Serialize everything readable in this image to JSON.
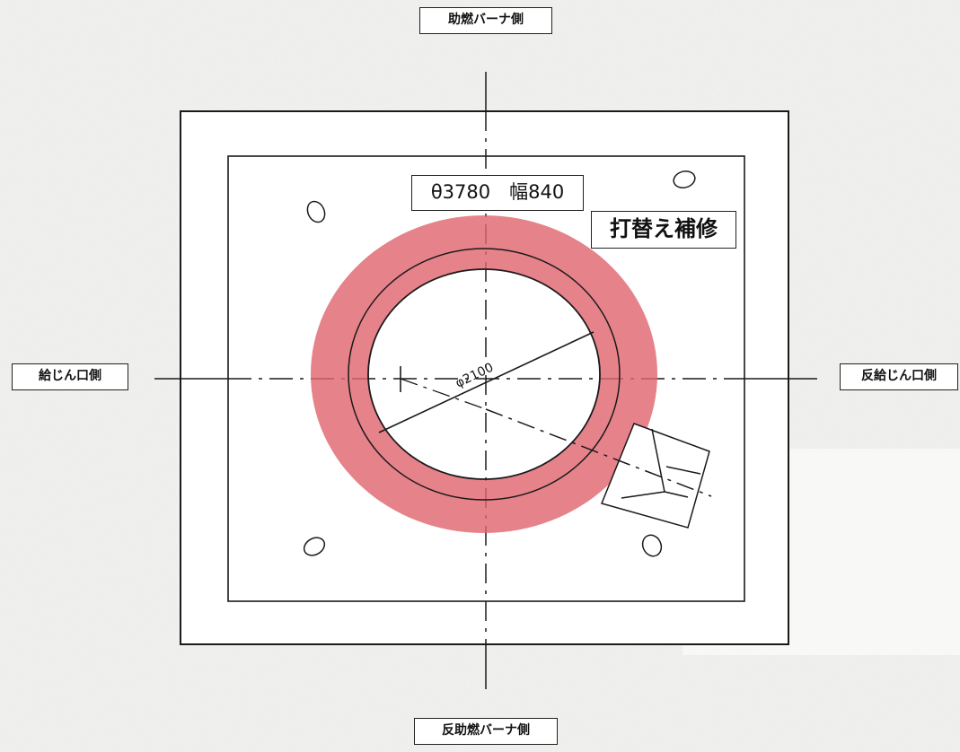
{
  "labels": {
    "top": "助燃バーナ側",
    "bottom": "反助燃バーナ側",
    "left": "給じん口側",
    "right": "反給じん口側"
  },
  "annotations": {
    "size": "θ3780　幅840",
    "repair": "打替え補修",
    "diameter": "φ2100"
  },
  "colors": {
    "repair_ring": "#e06670",
    "line": "#1a1a1a",
    "paper": "#f3f3f1"
  }
}
